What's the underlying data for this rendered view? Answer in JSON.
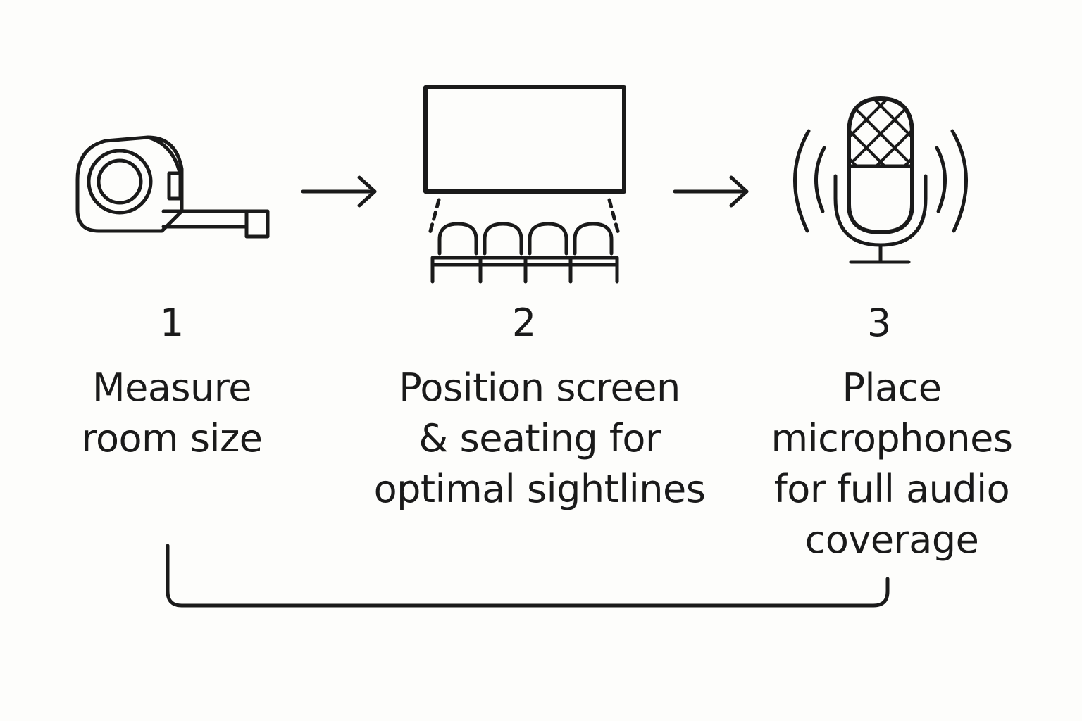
{
  "colors": {
    "background": "#fdfdfb",
    "stroke": "#1a1a1a"
  },
  "icons": [
    "tape-measure-icon",
    "right-arrow-icon",
    "screen-seating-icon",
    "microphone-icon"
  ],
  "steps": [
    {
      "number": "1",
      "icon": "tape-measure-icon",
      "lines": [
        "Measure",
        "room size"
      ]
    },
    {
      "number": "2",
      "icon": "screen-seating-icon",
      "lines": [
        "Position screen",
        "& seating for",
        "optimal sightlines"
      ]
    },
    {
      "number": "3",
      "icon": "microphone-icon",
      "lines": [
        "Place",
        "microphones",
        "for full audio",
        "coverage"
      ]
    }
  ]
}
